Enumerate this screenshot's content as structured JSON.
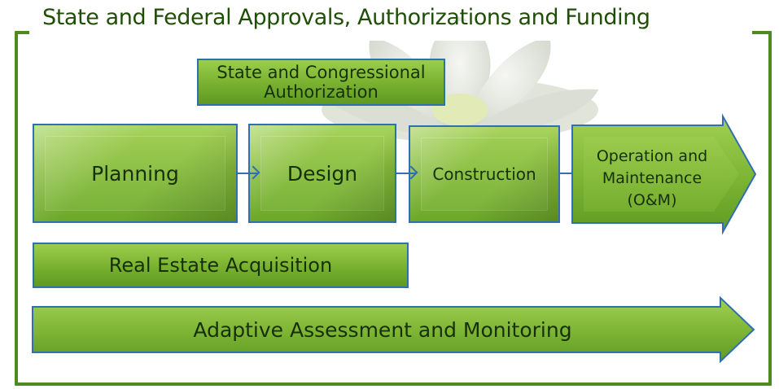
{
  "diagram": {
    "title": "State and Federal Approvals, Authorizations and Funding",
    "authorization_label_line1": "State and Congressional",
    "authorization_label_line2": "Authorization",
    "stages": {
      "planning": "Planning",
      "design": "Design",
      "construction": "Construction",
      "om_line1": "Operation and",
      "om_line2": "Maintenance",
      "om_line3": "(O&M)"
    },
    "real_estate_label": "Real Estate Acquisition",
    "adaptive_label": "Adaptive Assessment and Monitoring",
    "colors": {
      "frame": "#4e8a1c",
      "box_border": "#2f6fb2",
      "box_fill": "#86bb3b",
      "text": "#17300a"
    }
  }
}
